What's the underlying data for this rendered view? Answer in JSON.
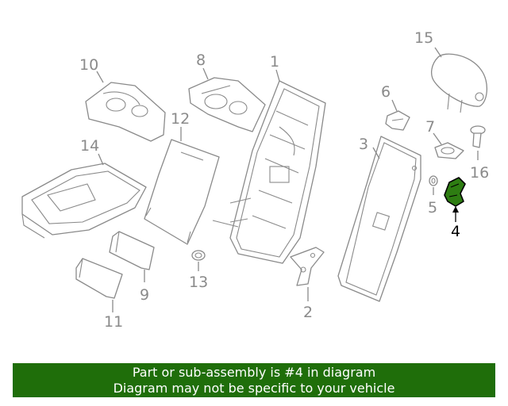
{
  "callouts": {
    "c1": "1",
    "c2": "2",
    "c3": "3",
    "c4": "4",
    "c5": "5",
    "c6": "6",
    "c7": "7",
    "c8": "8",
    "c9": "9",
    "c10": "10",
    "c11": "11",
    "c12": "12",
    "c13": "13",
    "c14": "14",
    "c15": "15",
    "c16": "16"
  },
  "highlighted_part": "4",
  "colors": {
    "highlight_fill": "#2e7d12",
    "banner_background": "#1f6e0a",
    "banner_text": "#ffffff",
    "line_gray": "#8a8a8a"
  },
  "banner": {
    "line1": "Part or sub-assembly is #4 in diagram",
    "line2": "Diagram may not be specific to your vehicle"
  }
}
